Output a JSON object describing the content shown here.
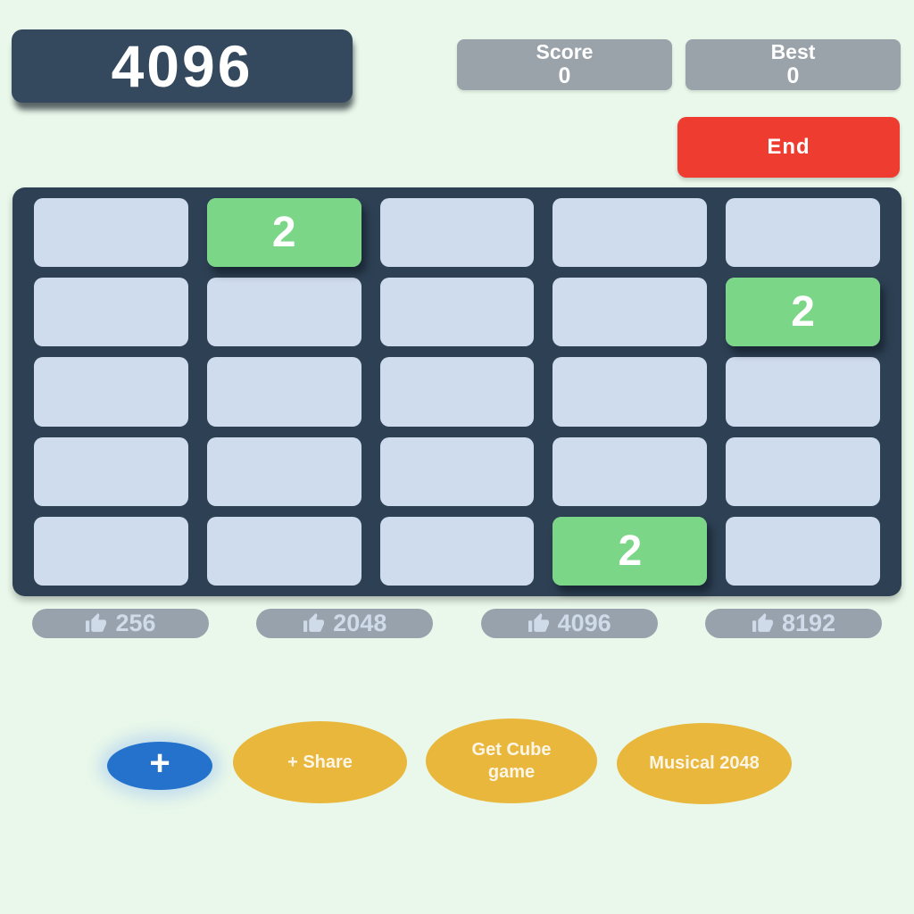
{
  "header": {
    "title": "4096",
    "score_label": "Score",
    "score_value": "0",
    "best_label": "Best",
    "best_value": "0",
    "end_button_label": "End"
  },
  "board": {
    "rows": 5,
    "cols": 5,
    "tiles": [
      {
        "row": 0,
        "col": 1,
        "value": "2"
      },
      {
        "row": 1,
        "col": 4,
        "value": "2"
      },
      {
        "row": 4,
        "col": 3,
        "value": "2"
      }
    ]
  },
  "milestones": [
    {
      "label": "256"
    },
    {
      "label": "2048"
    },
    {
      "label": "4096"
    },
    {
      "label": "8192"
    }
  ],
  "footer": {
    "add_button_label": "+",
    "share_button_label": "+ Share",
    "cube_button_label": "Get Cube game",
    "musical_button_label": "Musical 2048"
  },
  "colors": {
    "background": "#e9f8ea",
    "panel_navy": "#34495e",
    "board_navy": "#2e4154",
    "cell_blue": "#cfdcee",
    "tile_green": "#7cd687",
    "stat_gray": "#9aa2aa",
    "end_red": "#ee3c30",
    "badge_gray": "#97a2ad",
    "badge_text": "#d0dbea",
    "footer_yellow": "#e8b73c",
    "footer_blue": "#2472cc"
  }
}
